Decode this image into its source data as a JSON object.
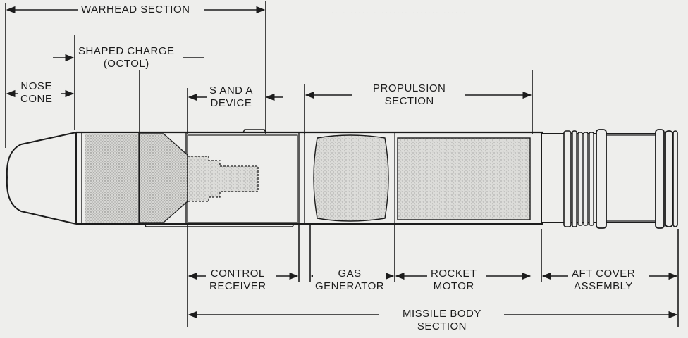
{
  "labels": {
    "warhead_section": "WARHEAD SECTION",
    "shaped_charge": [
      "SHAPED CHARGE",
      "(OCTOL)"
    ],
    "nose_cone": [
      "NOSE",
      "CONE"
    ],
    "s_and_a": [
      "S AND A",
      "DEVICE"
    ],
    "propulsion": [
      "PROPULSION",
      "SECTION"
    ],
    "control_receiver": [
      "CONTROL",
      "RECEIVER"
    ],
    "gas_generator": [
      "GAS",
      "GENERATOR"
    ],
    "rocket_motor": [
      "ROCKET",
      "MOTOR"
    ],
    "aft_cover": [
      "AFT COVER",
      "ASSEMBLY"
    ],
    "missile_body": [
      "MISSILE BODY",
      "SECTION"
    ]
  },
  "colors": {
    "ink": "#1c1c1c",
    "paper": "#eeeeec",
    "stipple": "#bdbdbb"
  }
}
